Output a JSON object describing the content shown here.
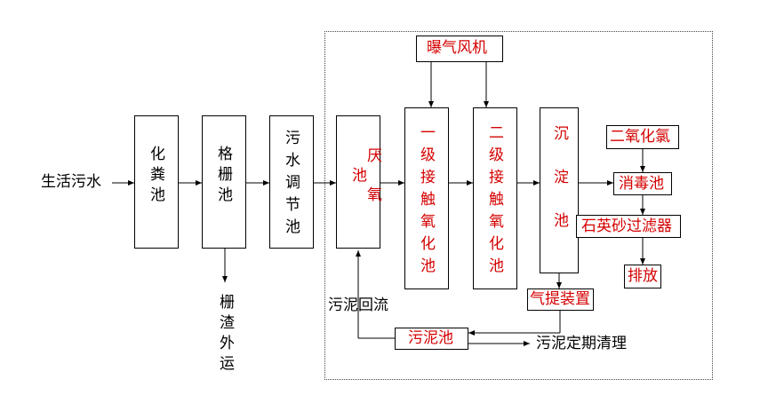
{
  "colors": {
    "red": "#d40000",
    "black": "#000000"
  },
  "input_label": "生活污水",
  "units": {
    "septic": "化粪池",
    "screen": "格栅池",
    "equalization": "污水调节池",
    "anaerobic": "厌氧池",
    "contact1": "一级接触氧化池",
    "contact2": "二级接触氧化池",
    "sediment": "沉淀池"
  },
  "blower": "曝气风机",
  "chlorine_dioxide": "二氧化氯",
  "disinfection": "消毒池",
  "sand_filter": "石英砂过滤器",
  "discharge": "排放",
  "air_lift": "气提装置",
  "sludge_tank": "污泥池",
  "sludge_return": "污泥回流",
  "sludge_clean": "污泥定期清理",
  "screenings": "栅渣外运"
}
